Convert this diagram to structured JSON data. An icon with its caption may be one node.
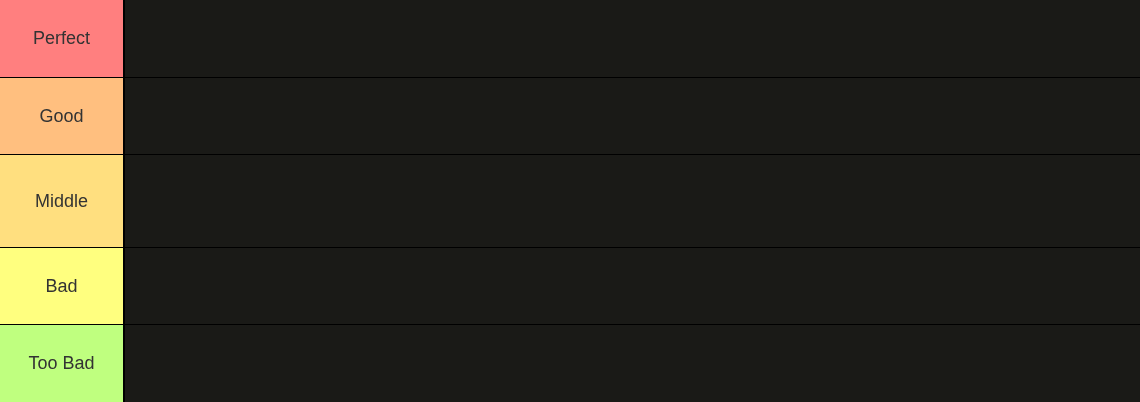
{
  "diagram": {
    "nodes": [
      {
        "text": [
          "Perfect"
        ]
      },
      {
        "text": [
          "Good"
        ]
      },
      {
        "text": [
          "Middle"
        ]
      },
      {
        "text": [
          "Bad"
        ]
      },
      {
        "text": [
          "Too Bad"
        ]
      }
    ],
    "edges": []
  }
}
